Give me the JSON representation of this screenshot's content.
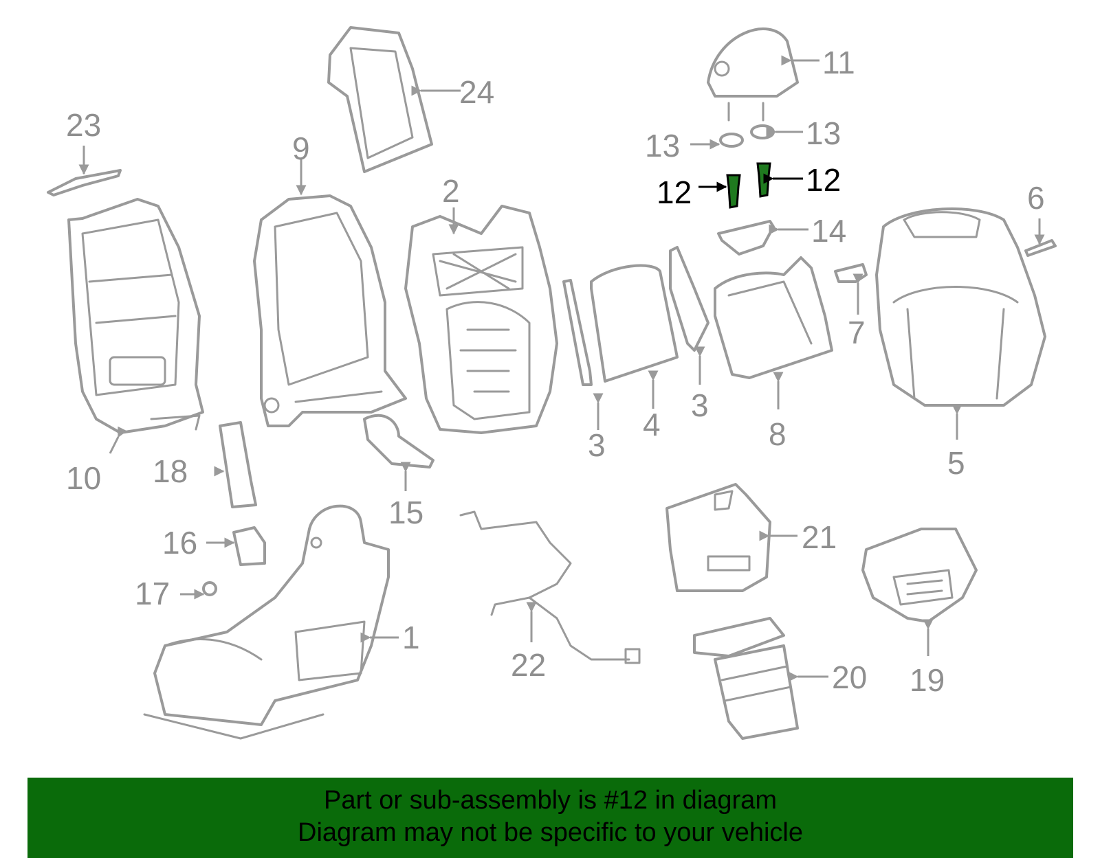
{
  "callouts": {
    "c1": "1",
    "c2": "2",
    "c3a": "3",
    "c3b": "3",
    "c4": "4",
    "c5": "5",
    "c6": "6",
    "c7": "7",
    "c8": "8",
    "c9": "9",
    "c10": "10",
    "c11": "11",
    "c12a": "12",
    "c12b": "12",
    "c13a": "13",
    "c13b": "13",
    "c14": "14",
    "c15": "15",
    "c16": "16",
    "c17": "17",
    "c18": "18",
    "c19": "19",
    "c20": "20",
    "c21": "21",
    "c22": "22",
    "c23": "23",
    "c24": "24"
  },
  "highlight": {
    "part_number": "12",
    "color": "#0a6b0a",
    "callout_color": "#000000"
  },
  "banner": {
    "line1": "Part or sub-assembly is #12 in diagram",
    "line2": "Diagram may not be specific to your vehicle"
  }
}
